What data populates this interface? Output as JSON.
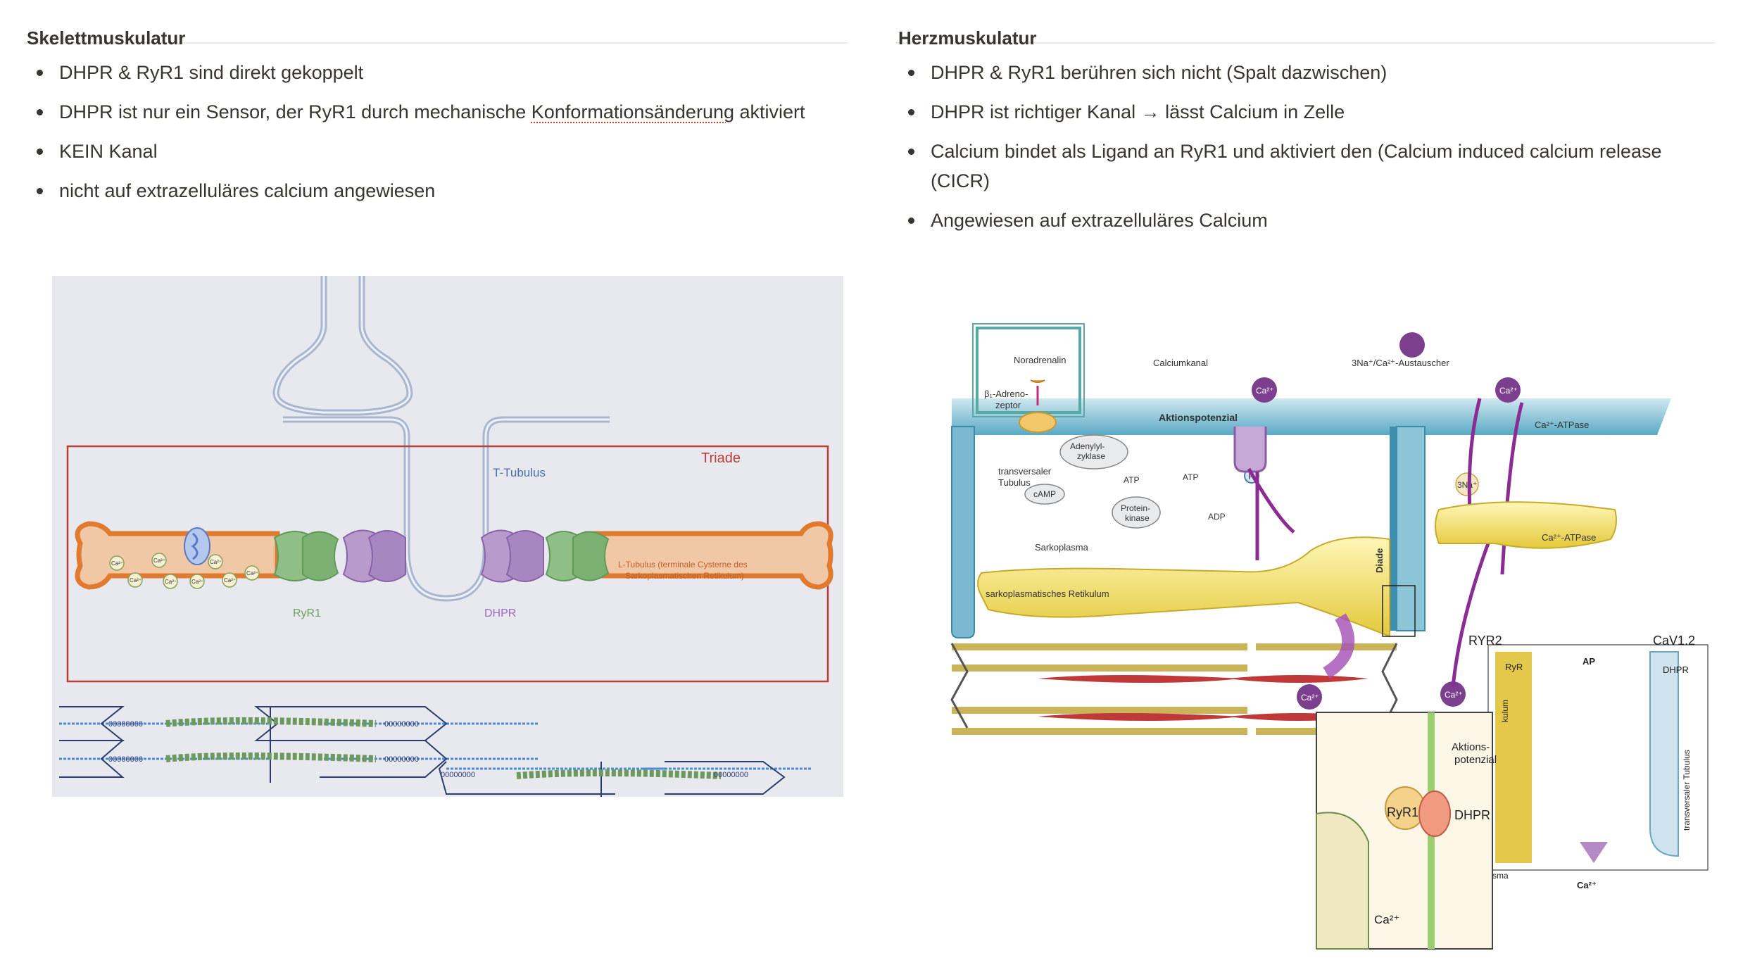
{
  "left": {
    "title": "Skelettmuskulatur",
    "bullets": [
      {
        "pre": "DHPR & RyR1 sind direkt gekoppelt",
        "spell": "",
        "post": ""
      },
      {
        "pre": "DHPR ist nur ein Sensor, der RyR1 durch mechanische ",
        "spell": "Konformationsänderung",
        "post": " aktiviert"
      },
      {
        "pre": "KEIN Kanal",
        "spell": "",
        "post": ""
      },
      {
        "pre": "nicht auf extrazelluläres calcium angewiesen",
        "spell": "",
        "post": ""
      }
    ],
    "figure": {
      "triade": "Triade",
      "t_tubulus": "T-Tubulus",
      "ryr1": "RyR1",
      "dhpr": "DHPR",
      "l_tubulus_line1": "L-Tubulus (terminale Cysterne des",
      "l_tubulus_line2": "Sarkoplasmatischen Retikulum)",
      "ca": "Ca²⁺",
      "filament_beads": "00000000"
    }
  },
  "right": {
    "title": "Herzmuskulatur",
    "bullets": [
      {
        "pre": "DHPR & RyR1 berühren sich nicht (Spalt dazwischen)",
        "spell": "",
        "post": ""
      },
      {
        "pre": "DHPR ist richtiger Kanal → lässt Calcium in Zelle",
        "spell": "",
        "post": ""
      },
      {
        "pre": "Calcium bindet als Ligand an RyR1 und aktiviert den (Calcium induced calcium release (CICR)",
        "spell": "",
        "post": ""
      },
      {
        "pre": "Angewiesen auf extrazelluläres Calcium",
        "spell": "",
        "post": ""
      }
    ],
    "figure": {
      "noradrenalin": "Noradrenalin",
      "beta_line1": "β₁-Adreno-",
      "beta_line2": "zeptor",
      "adenylyl_line1": "Adenylyl-",
      "adenylyl_line2": "zyklase",
      "calciumkanal": "Calciumkanal",
      "exchanger": "3Na⁺/Ca²⁺-Austauscher",
      "aktionspotenzial": "Aktionspotenzial",
      "ca": "Ca²⁺",
      "atpase": "Ca²⁺-ATPase",
      "transversaler_line1": "transversaler",
      "transversaler_line2": "Tubulus",
      "atp": "ATP",
      "adp": "ADP",
      "camp": "cAMP",
      "proteinkinase_line1": "Protein-",
      "proteinkinase_line2": "kinase",
      "p": "P",
      "three_na": "3Na⁺",
      "sarkoplasma": "Sarkoplasma",
      "diade": "Diade",
      "sr": "sarkoplasmatisches Retikulum",
      "ryr2": "RYR2",
      "cav12": "CaV1.2",
      "ryr": "RyR",
      "ap": "AP",
      "dhpr": "DHPR",
      "kulum": "kulum",
      "transversaler_tubulus": "transversaler Tubulus",
      "sma": "sma",
      "inset_ap_line1": "Aktions-",
      "inset_ap_line2": "potenzial",
      "inset_ryr1": "RyR1",
      "inset_dhpr": "DHPR",
      "inset_ca": "Ca²⁺"
    }
  }
}
